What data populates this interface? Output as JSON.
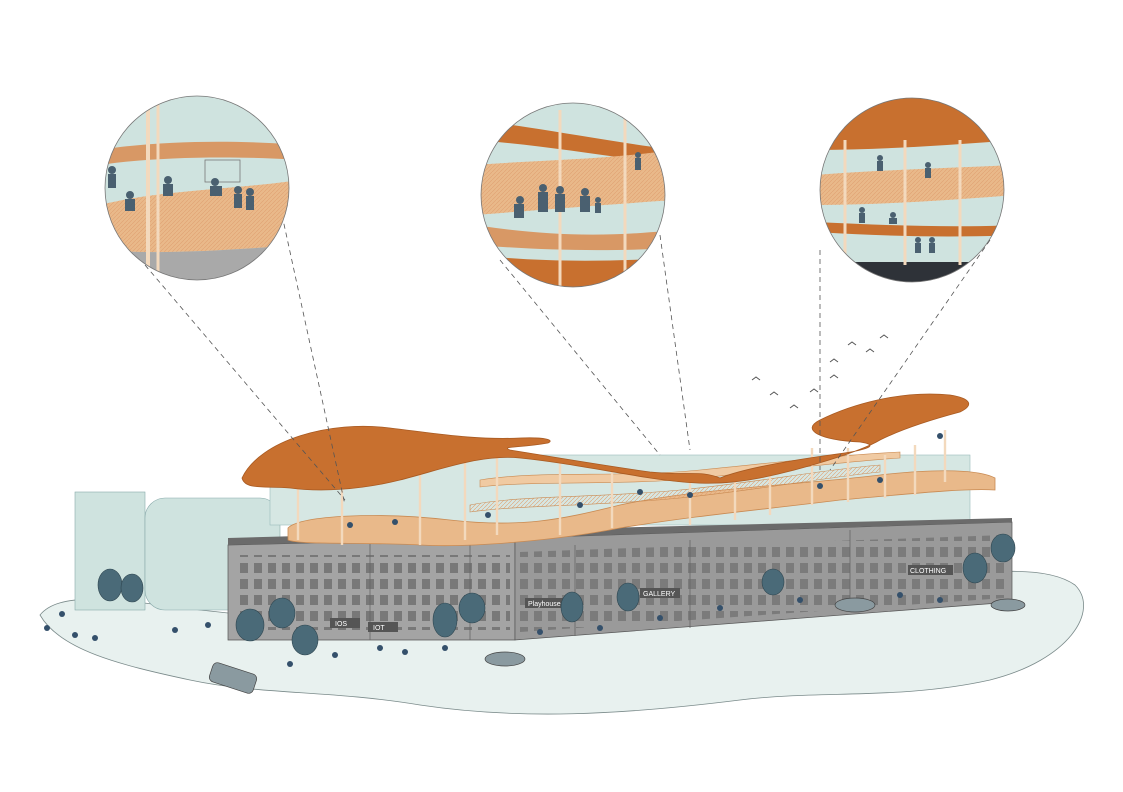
{
  "colors": {
    "roof": "#c8702f",
    "roof_shadow": "#a85a22",
    "deck": "#e9b98a",
    "deck_edge": "#c98a52",
    "column": "#f3d9bd",
    "backdrop": "#cfe3df",
    "ground": "#e8f1ef",
    "facade": "#9a9a9a",
    "people": "#34506b",
    "tree": "#4a6a78",
    "car": "#8a9aa0"
  },
  "signs": {
    "sign_1": "IOS",
    "sign_2": "IOT",
    "sign_3": "Playhouse",
    "sign_4": "GALLERY",
    "sign_5": "CLOTHING"
  },
  "callouts": [
    {
      "id": "skating-rink",
      "scene": "hockey players on ice level"
    },
    {
      "id": "ramp-walkway",
      "scene": "people walking on ramps"
    },
    {
      "id": "stacked-decks",
      "scene": "multiple deck levels with people"
    }
  ]
}
